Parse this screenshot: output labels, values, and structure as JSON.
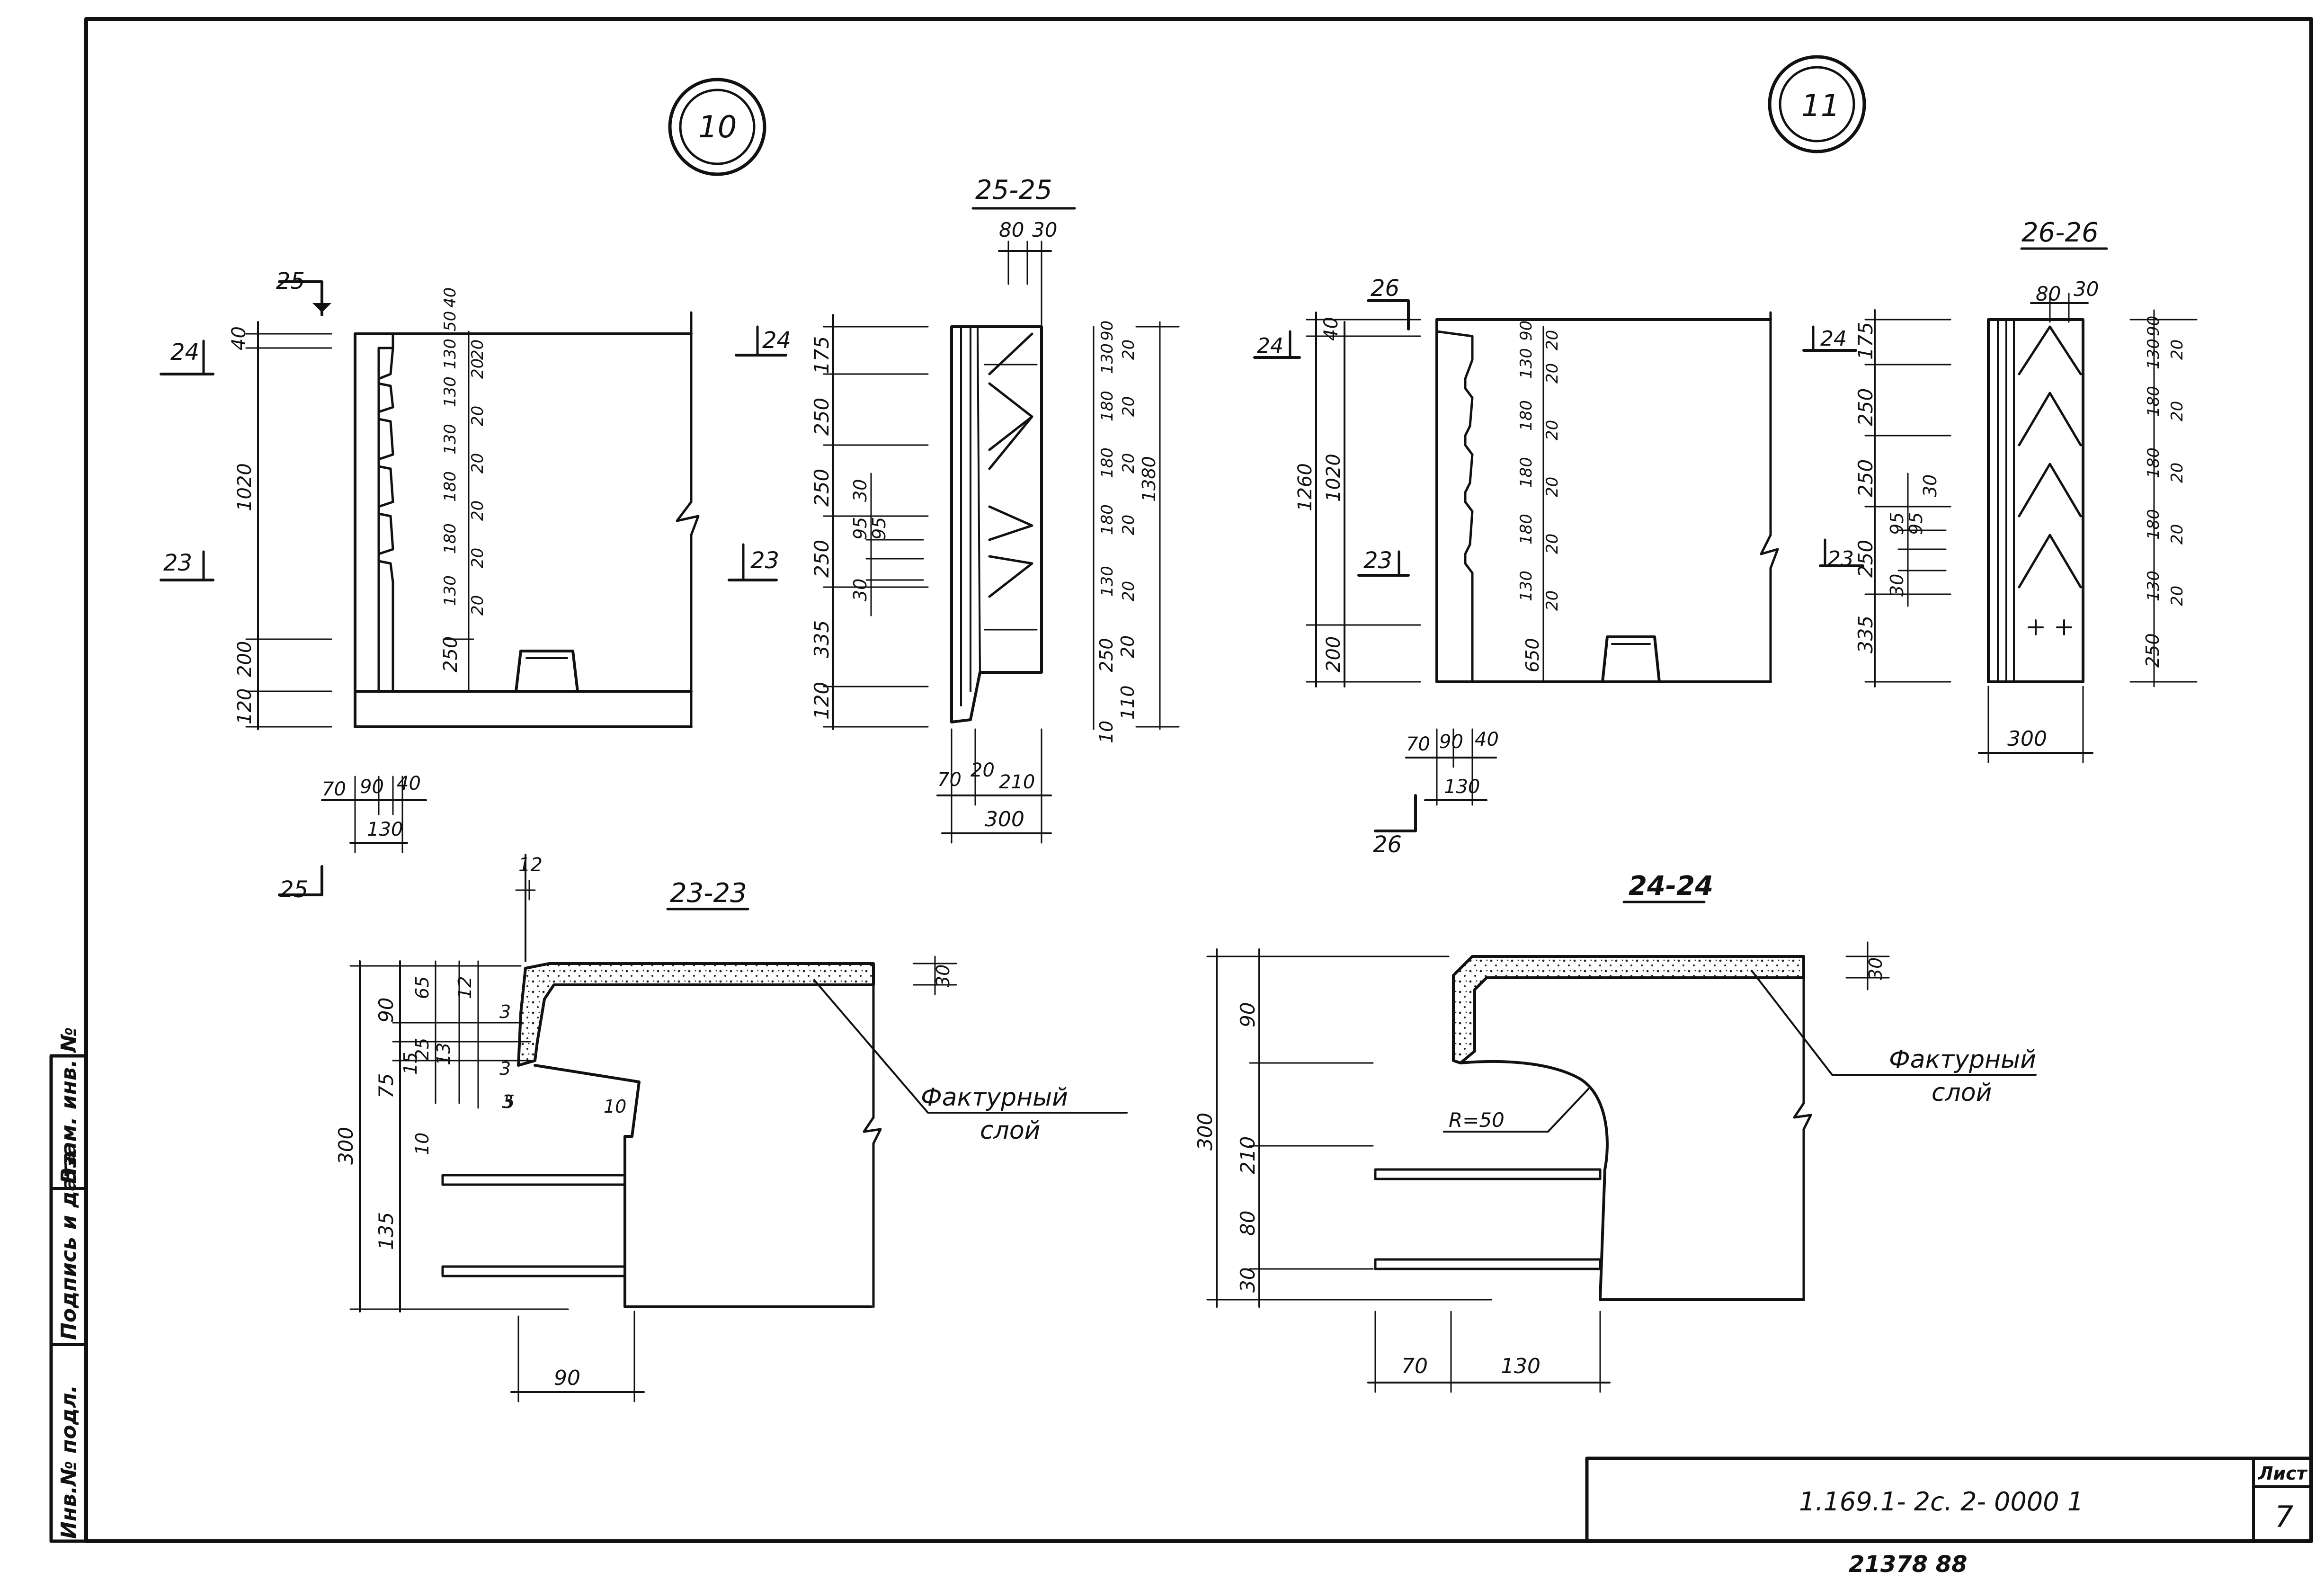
{
  "stamp": {
    "columns": [
      "Инв.№ подл.",
      "Подпись и дата",
      "Взам. инв. №"
    ],
    "document_code": "1.169.1- 2с. 2- 0000 1",
    "sheet_label": "Лист",
    "sheet_number": "7",
    "print_mark": "21378   88"
  },
  "marker_10": "10",
  "marker_11": "11",
  "node10": {
    "cut_top": "25",
    "cut_bottom": "25",
    "cut_24": "24",
    "cut_23": "23",
    "dim_left": [
      "40",
      "1020",
      "200",
      "120"
    ],
    "dim_ribs": [
      "130",
      "180",
      "180",
      "130",
      "130",
      "130",
      "50",
      "40",
      "20",
      "20",
      "20",
      "20",
      "20",
      "20",
      "20"
    ],
    "dim_250": "250",
    "dim_bottom": [
      "70",
      "90",
      "40",
      "130"
    ]
  },
  "section_25": {
    "title": "25-25",
    "dim_top": [
      "80",
      "30"
    ],
    "dim_left": [
      "175",
      "250",
      "250",
      "250",
      "335",
      "120"
    ],
    "dim_mid": [
      "30",
      "95",
      "95",
      "30"
    ],
    "dim_right": [
      "130",
      "180",
      "180",
      "180",
      "130",
      "90",
      "20",
      "20",
      "20",
      "20",
      "20",
      "1380",
      "250",
      "110",
      "10",
      "20"
    ],
    "cut_24": "24",
    "cut_23": "23",
    "dim_bottom": [
      "70",
      "20",
      "210",
      "300"
    ]
  },
  "node11": {
    "cut_top": "26",
    "cut_bottom": "26",
    "cut_24": "24",
    "cut_23": "23",
    "dim_left": [
      "40",
      "1020",
      "1260",
      "200"
    ],
    "dim_ribs": [
      "130",
      "180",
      "180",
      "180",
      "130",
      "90",
      "20",
      "20",
      "20",
      "20",
      "20",
      "20",
      "650"
    ],
    "dim_bottom": [
      "70",
      "90",
      "40",
      "130"
    ]
  },
  "section_26": {
    "title": "26-26",
    "dim_top": [
      "80",
      "30"
    ],
    "dim_left": [
      "175",
      "250",
      "250",
      "250",
      "335"
    ],
    "dim_mid": [
      "30",
      "95",
      "95",
      "30"
    ],
    "dim_right": [
      "130",
      "180",
      "180",
      "180",
      "130",
      "90",
      "20",
      "20",
      "20",
      "20",
      "20",
      "250"
    ],
    "cut_24": "24",
    "cut_23": "23",
    "dim_bottom": "300"
  },
  "section_23": {
    "title": "23-23",
    "dim_top": "12",
    "dims": [
      "300",
      "90",
      "75",
      "135",
      "65",
      "25",
      "15",
      "13",
      "3",
      "3",
      "5",
      "12",
      "10",
      "10",
      "3",
      "90",
      "30"
    ],
    "callout": [
      "Фактурный",
      "слой"
    ]
  },
  "section_24": {
    "title": "24-24",
    "dims": [
      "300",
      "90",
      "210",
      "80",
      "30",
      "70",
      "130",
      "30"
    ],
    "radius": "R=50",
    "callout": [
      "Фактурный",
      "слой"
    ]
  }
}
